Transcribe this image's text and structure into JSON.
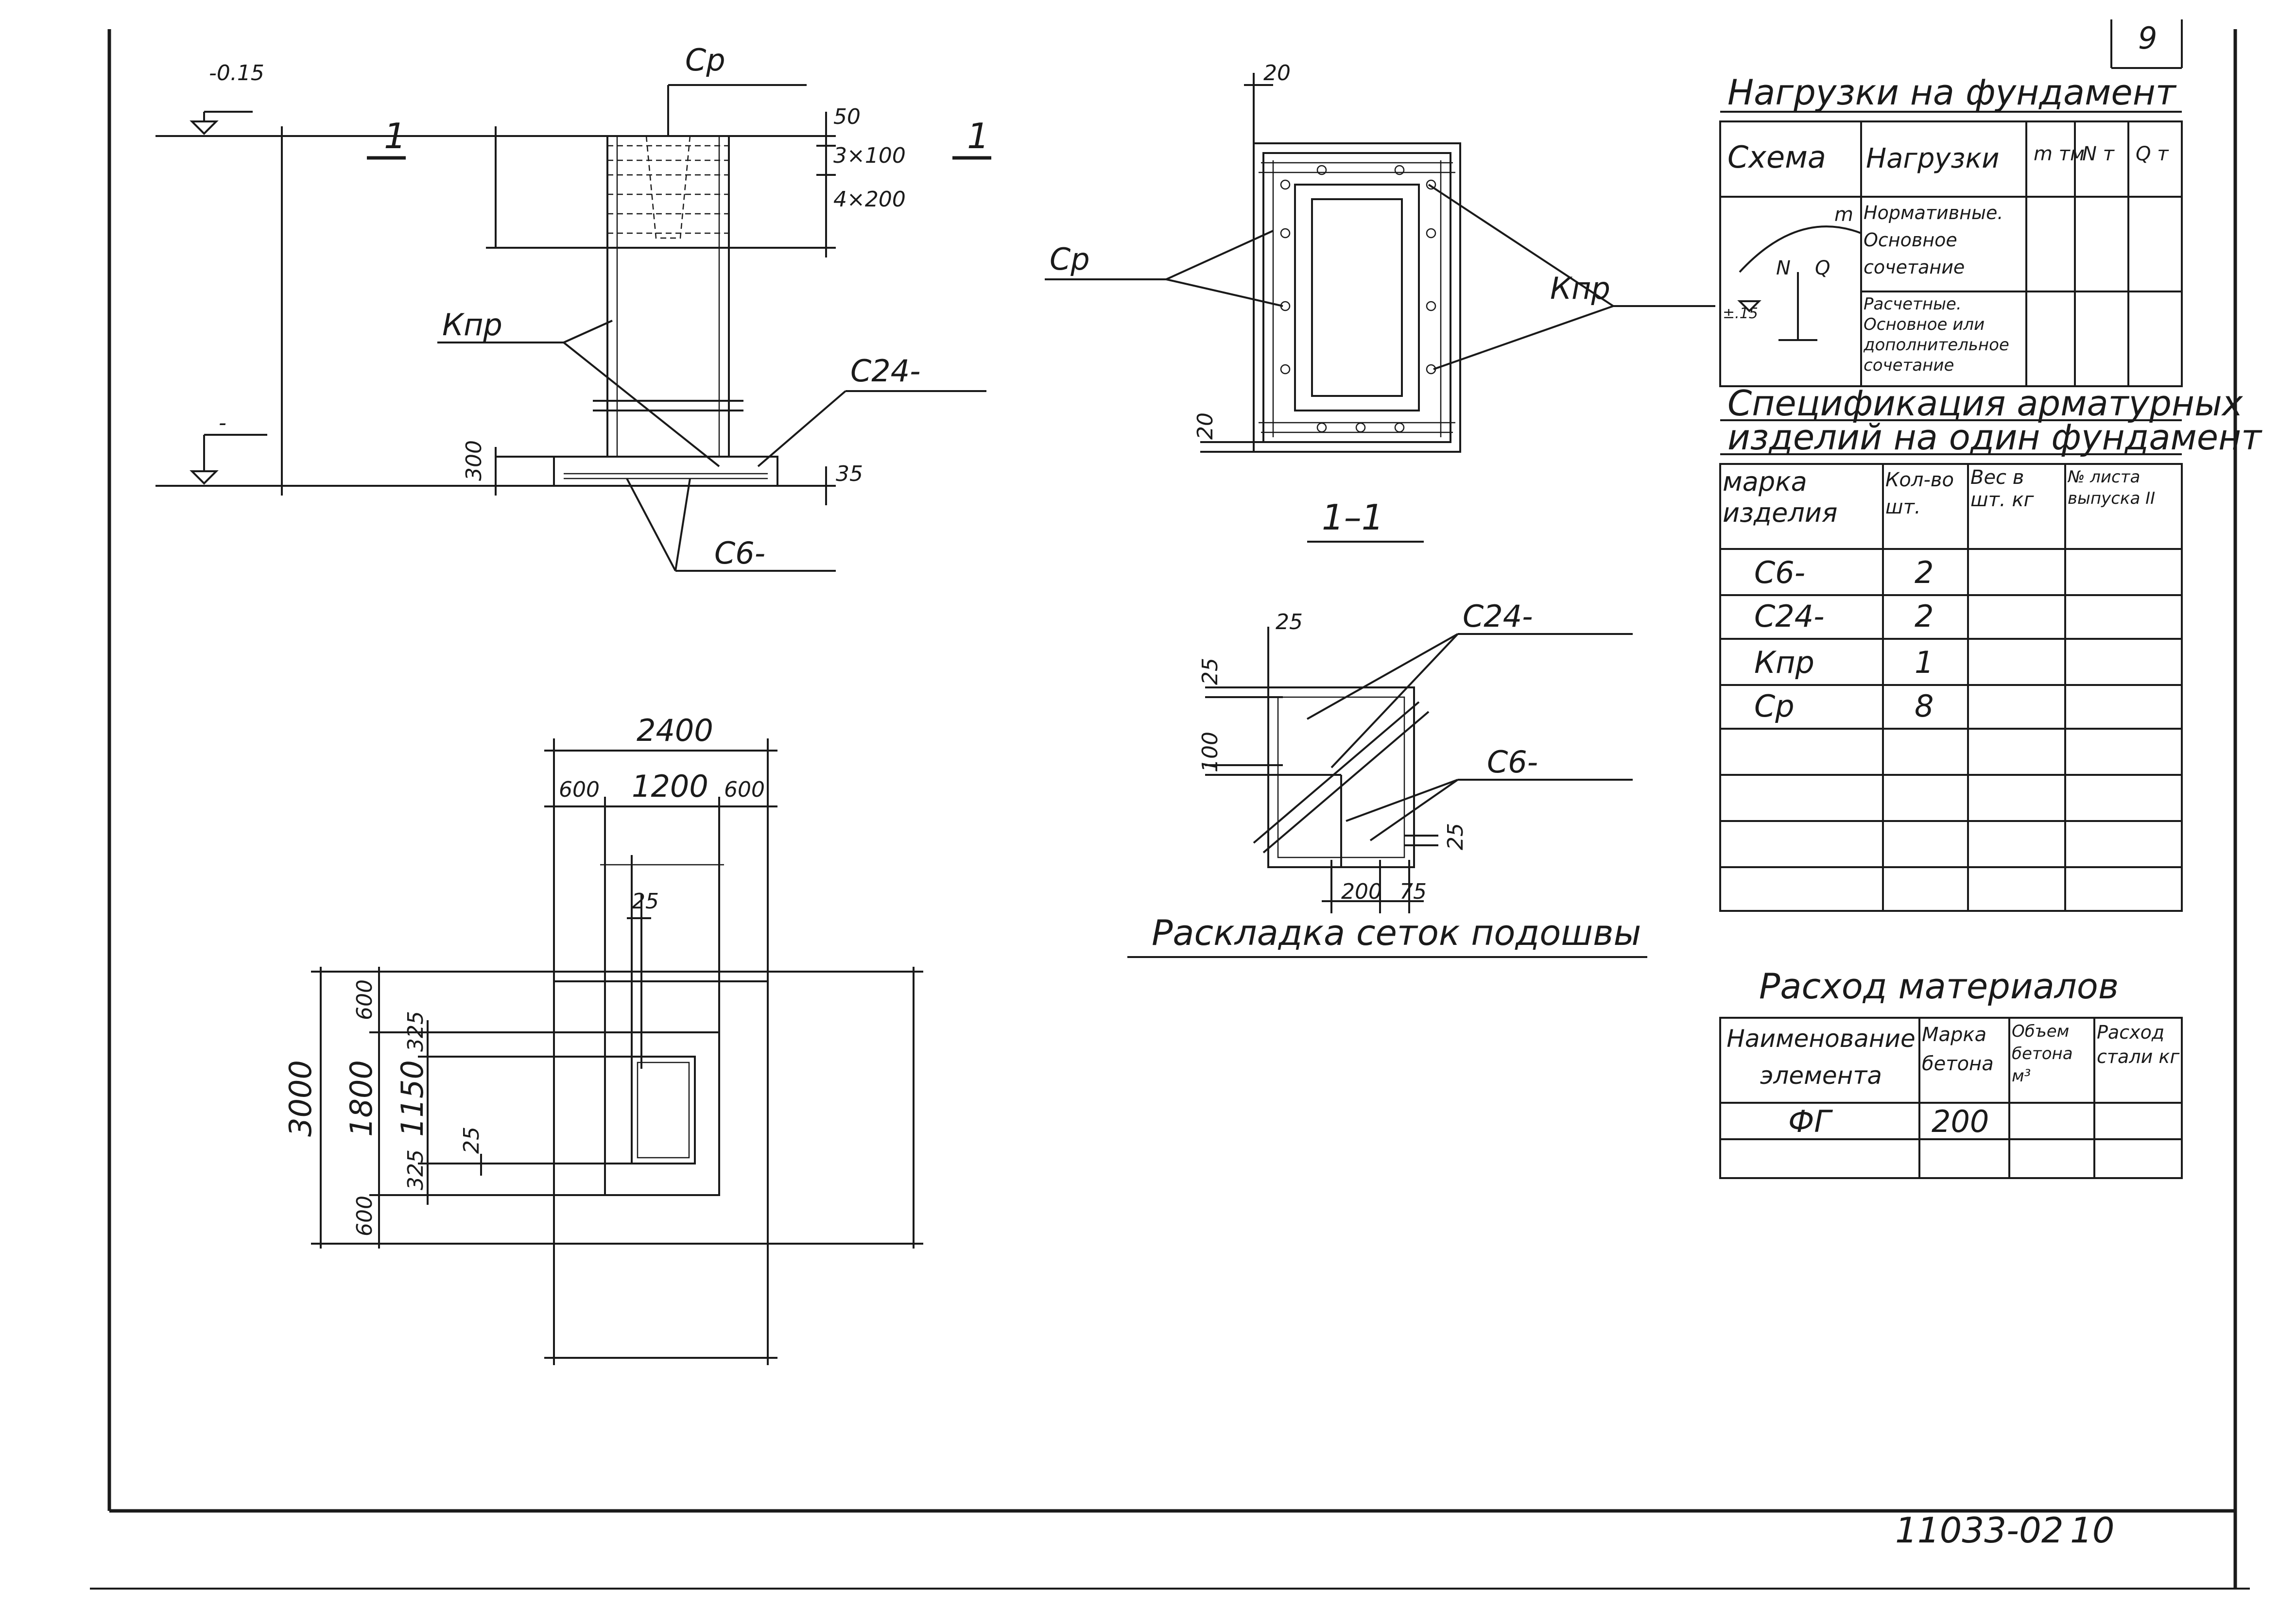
{
  "sheet": {
    "page_number": "9",
    "document_code": "11033-02",
    "sheet_number": "10"
  },
  "section_view": {
    "label_left": "1",
    "label_right": "1",
    "level_top": "-0.15",
    "level_bottom": "-",
    "dim_top": "50",
    "dim_3x100": "3×100",
    "dim_4x200": "4×200",
    "dim_300": "300",
    "dim_35": "35",
    "callout_sr": "Ср",
    "callout_kpr": "Кпр",
    "callout_s24": "С24-",
    "callout_s6": "С6-"
  },
  "section_1_1": {
    "title": "1–1",
    "dim_top": "20",
    "dim_bottom": "20",
    "callout_sr": "Ср",
    "callout_kpr": "Кпр"
  },
  "grid_layout": {
    "title": "Раскладка сеток подошвы",
    "dim_25_top": "25",
    "dim_25_left": "25",
    "dim_100": "100",
    "dim_25_right": "25",
    "dim_200": "200",
    "dim_75": "75",
    "callout_s24": "С24-",
    "callout_s6": "С6-"
  },
  "plan_view": {
    "dim_2400": "2400",
    "dim_600_left": "600",
    "dim_1200": "1200",
    "dim_600_right": "600",
    "dim_25_top": "25",
    "dim_3000": "3000",
    "dim_600_top": "600",
    "dim_1800": "1800",
    "dim_600_bottom": "600",
    "dim_325_top": "325",
    "dim_1150": "1150",
    "dim_325_bottom": "325",
    "dim_25_side": "25"
  },
  "loads_table": {
    "title": "Нагрузки на фундамент",
    "headers": [
      "Схема",
      "Нагрузки",
      "m тм",
      "N т",
      "Q т"
    ],
    "row_1_label": "Нормативные. Основное сочетание",
    "row_2_label": "Расчетные. Основное или дополнительное сочетание",
    "scheme_m": "m",
    "scheme_N": "N",
    "scheme_Q": "Q",
    "scheme_level": "±.15"
  },
  "spec_table": {
    "title_line_1": "Спецификация арматурных",
    "title_line_2": "изделий на один фундамент",
    "headers": [
      "марка изделия",
      "Кол-во шт.",
      "Вес в шт. кг",
      "№ листа выпуска II"
    ],
    "rows": [
      [
        "С6-",
        "2",
        "",
        ""
      ],
      [
        "С24-",
        "2",
        "",
        ""
      ],
      [
        "Кпр",
        "1",
        "",
        ""
      ],
      [
        "Ср",
        "8",
        "",
        ""
      ]
    ]
  },
  "materials_table": {
    "title": "Расход материалов",
    "headers": [
      "Наименование элемента",
      "Марка бетона",
      "Объем бетона м³",
      "Расход стали кг"
    ],
    "rows": [
      [
        "ФГ",
        "200",
        "",
        ""
      ]
    ]
  }
}
